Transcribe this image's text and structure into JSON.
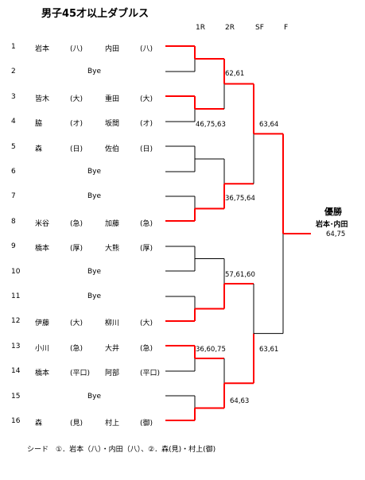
{
  "title": "男子45才以上ダブルス",
  "rounds": [
    "1R",
    "2R",
    "SF",
    "F"
  ],
  "entries": [
    {
      "no": "1",
      "p1": "岩本",
      "c1": "(八)",
      "p2": "内田",
      "c2": "(八)",
      "bye": ""
    },
    {
      "no": "2",
      "p1": "",
      "c1": "",
      "p2": "",
      "c2": "",
      "bye": "Bye"
    },
    {
      "no": "3",
      "p1": "皆木",
      "c1": "(大)",
      "p2": "重田",
      "c2": "(大)",
      "bye": ""
    },
    {
      "no": "4",
      "p1": "脇",
      "c1": "(オ)",
      "p2": "坂間",
      "c2": "(オ)",
      "bye": ""
    },
    {
      "no": "5",
      "p1": "森",
      "c1": "(日)",
      "p2": "佐伯",
      "c2": "(日)",
      "bye": ""
    },
    {
      "no": "6",
      "p1": "",
      "c1": "",
      "p2": "",
      "c2": "",
      "bye": "Bye"
    },
    {
      "no": "7",
      "p1": "",
      "c1": "",
      "p2": "",
      "c2": "",
      "bye": "Bye"
    },
    {
      "no": "8",
      "p1": "米谷",
      "c1": "(急)",
      "p2": "加藤",
      "c2": "(急)",
      "bye": ""
    },
    {
      "no": "9",
      "p1": "橋本",
      "c1": "(厚)",
      "p2": "大熊",
      "c2": "(厚)",
      "bye": ""
    },
    {
      "no": "10",
      "p1": "",
      "c1": "",
      "p2": "",
      "c2": "",
      "bye": "Bye"
    },
    {
      "no": "11",
      "p1": "",
      "c1": "",
      "p2": "",
      "c2": "",
      "bye": "Bye"
    },
    {
      "no": "12",
      "p1": "伊藤",
      "c1": "(大)",
      "p2": "柳川",
      "c2": "(大)",
      "bye": ""
    },
    {
      "no": "13",
      "p1": "小川",
      "c1": "(急)",
      "p2": "大井",
      "c2": "(急)",
      "bye": ""
    },
    {
      "no": "14",
      "p1": "橋本",
      "c1": "(平口)",
      "p2": "阿部",
      "c2": "(平口)",
      "bye": ""
    },
    {
      "no": "15",
      "p1": "",
      "c1": "",
      "p2": "",
      "c2": "",
      "bye": "Bye"
    },
    {
      "no": "16",
      "p1": "森",
      "c1": "(見)",
      "p2": "村上",
      "c2": "(御)",
      "bye": ""
    }
  ],
  "scores": {
    "r1_m2": "46,75,63",
    "r1_m7": "36,60,75",
    "r2_m1": "62,61",
    "r2_m2": "36,75,64",
    "r2_m3": "57,61,60",
    "r2_m4": "64,63",
    "sf_m1": "63,64",
    "sf_m2": "63,61"
  },
  "winner": {
    "title": "優勝",
    "names": "岩本･内田",
    "score": "64,75"
  },
  "seed_note": "シード　①．岩本（八）・内田（八）、②．森(見)・村上(御)",
  "colors": {
    "win": "#ff0000",
    "line": "#000000"
  }
}
